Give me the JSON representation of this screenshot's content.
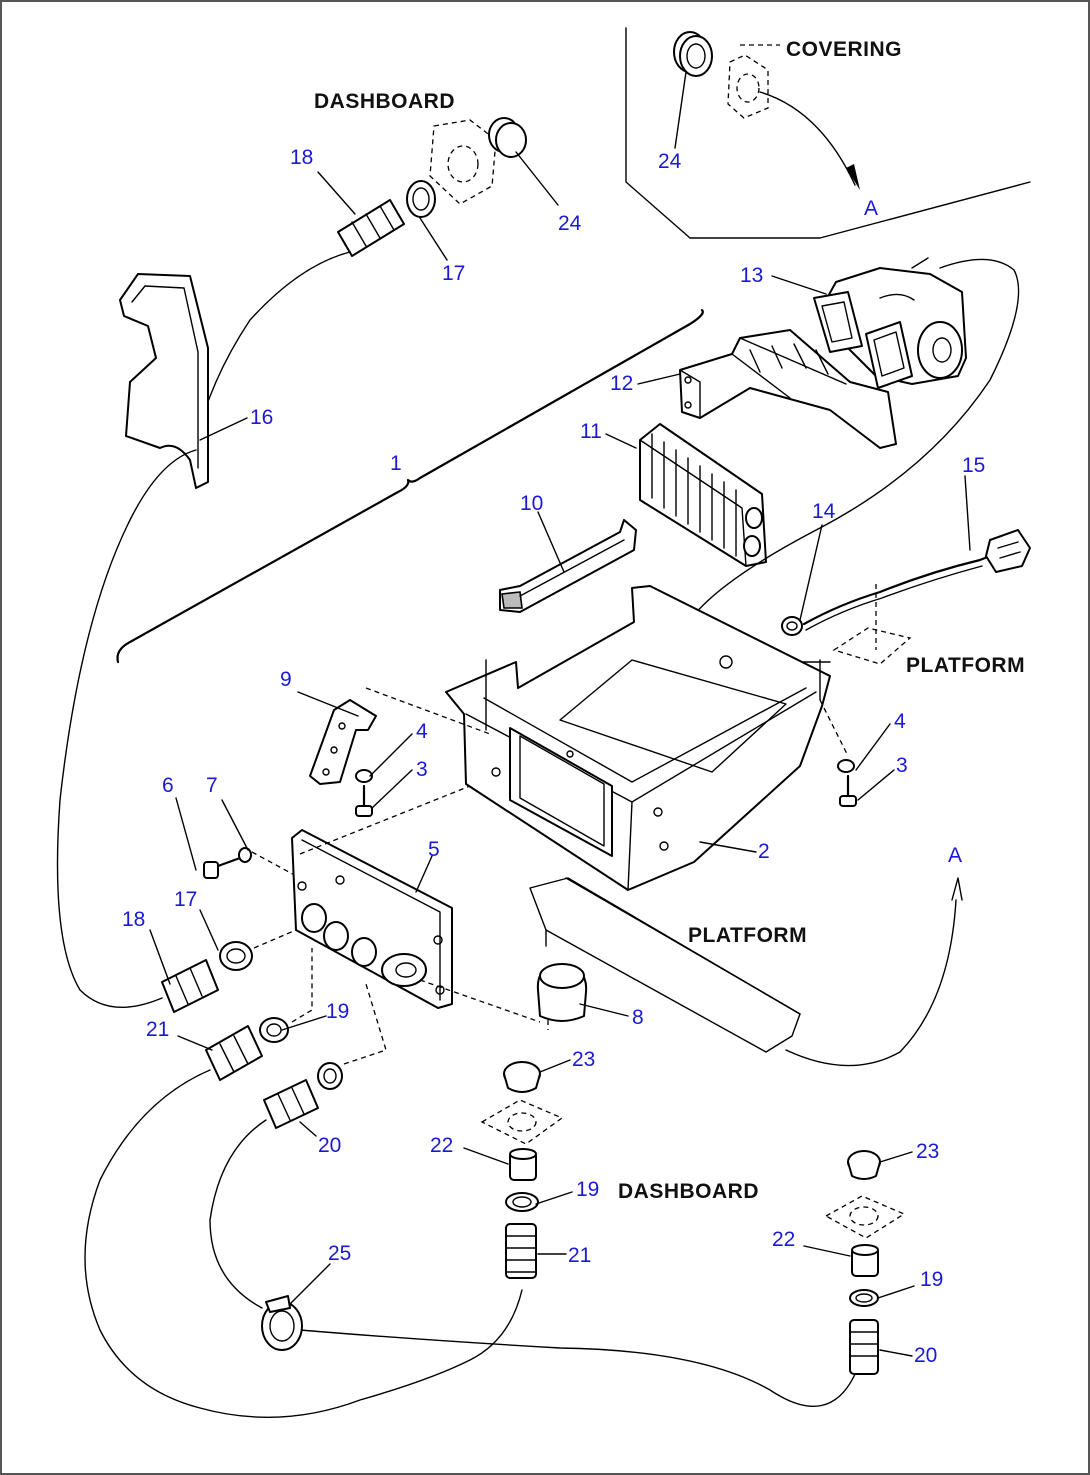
{
  "captions": {
    "dashboard_top": "DASHBOARD",
    "covering": "COVERING",
    "platform_right": "PLATFORM",
    "platform_mid": "PLATFORM",
    "dashboard_bottom": "DASHBOARD",
    "view_a_top": "A",
    "view_a_right": "A"
  },
  "callouts": [
    {
      "id": "c1",
      "text": "1"
    },
    {
      "id": "c2",
      "text": "2"
    },
    {
      "id": "c3a",
      "text": "3"
    },
    {
      "id": "c3b",
      "text": "3"
    },
    {
      "id": "c4a",
      "text": "4"
    },
    {
      "id": "c4b",
      "text": "4"
    },
    {
      "id": "c5",
      "text": "5"
    },
    {
      "id": "c6",
      "text": "6"
    },
    {
      "id": "c7",
      "text": "7"
    },
    {
      "id": "c8",
      "text": "8"
    },
    {
      "id": "c9",
      "text": "9"
    },
    {
      "id": "c10",
      "text": "10"
    },
    {
      "id": "c11",
      "text": "11"
    },
    {
      "id": "c12",
      "text": "12"
    },
    {
      "id": "c13",
      "text": "13"
    },
    {
      "id": "c14",
      "text": "14"
    },
    {
      "id": "c15",
      "text": "15"
    },
    {
      "id": "c16",
      "text": "16"
    },
    {
      "id": "c17a",
      "text": "17"
    },
    {
      "id": "c17b",
      "text": "17"
    },
    {
      "id": "c18a",
      "text": "18"
    },
    {
      "id": "c18b",
      "text": "18"
    },
    {
      "id": "c19a",
      "text": "19"
    },
    {
      "id": "c19b",
      "text": "19"
    },
    {
      "id": "c19c",
      "text": "19"
    },
    {
      "id": "c20a",
      "text": "20"
    },
    {
      "id": "c20b",
      "text": "20"
    },
    {
      "id": "c21a",
      "text": "21"
    },
    {
      "id": "c21b",
      "text": "21"
    },
    {
      "id": "c22a",
      "text": "22"
    },
    {
      "id": "c22b",
      "text": "22"
    },
    {
      "id": "c23a",
      "text": "23"
    },
    {
      "id": "c23b",
      "text": "23"
    },
    {
      "id": "c24a",
      "text": "24"
    },
    {
      "id": "c24b",
      "text": "24"
    },
    {
      "id": "c25",
      "text": "25"
    }
  ],
  "colors": {
    "callout": "#1a1ad6",
    "line": "#000000",
    "caption": "#111111"
  }
}
